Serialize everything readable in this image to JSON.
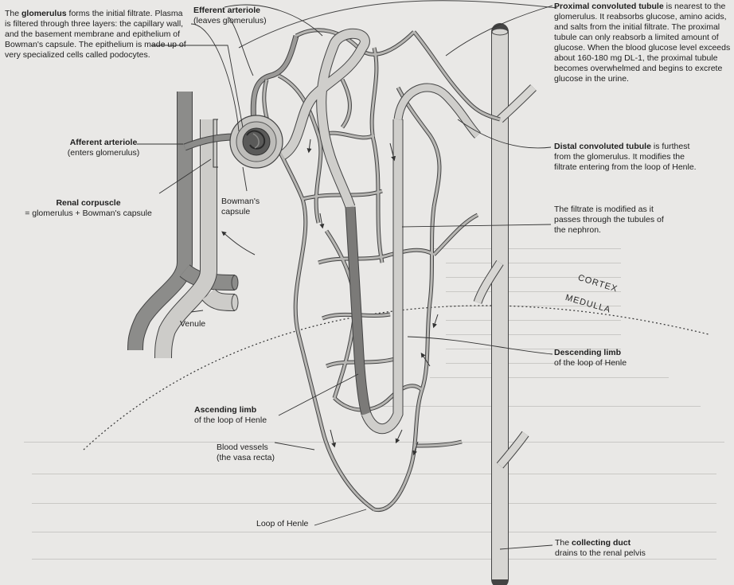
{
  "labels": {
    "glomerulus": {
      "pre": "The ",
      "bold": "glomerulus",
      "rest": " forms the initial filtrate. Plasma is filtered through three layers: the capillary wall, and the basement membrane and epithelium of Bowman's capsule. The epithelium is made up of very specialized cells called podocytes."
    },
    "efferent": {
      "title": "Efferent arteriole",
      "sub": "(leaves glomerulus)"
    },
    "afferent": {
      "title": "Afferent arteriole",
      "sub": "(enters glomerulus)"
    },
    "renal_corpuscle": {
      "title": "Renal corpuscle",
      "sub": "= glomerulus + Bowman's capsule"
    },
    "bowmans": {
      "line1": "Bowman's",
      "line2": "capsule"
    },
    "venule": "Venule",
    "proximal": {
      "bold": "Proximal convoluted tubule",
      "rest": " is nearest to the glomerulus. It reabsorbs glucose, amino acids, and salts from the initial filtrate. The proximal tubule can only reabsorb a limited amount of glucose. When the blood glucose level exceeds about 160-180 mg DL-1, the proximal tubule becomes overwhelmed and begins to excrete glucose in the urine."
    },
    "distal": {
      "bold": "Distal convoluted tubule",
      "rest": " is furthest from the glomerulus. It modifies the filtrate entering from the loop of Henle."
    },
    "filtrate": "The filtrate is modified as it passes through the tubules of the nephron.",
    "cortex": "CORTEX",
    "medulla": "MEDULLA",
    "descending": {
      "title": "Descending limb",
      "sub": "of the loop of Henle"
    },
    "ascending": {
      "title": "Ascending limb",
      "sub": "of the loop of Henle"
    },
    "blood_vessels": {
      "line1": "Blood vessels",
      "line2": "(the vasa recta)"
    },
    "loop": "Loop of Henle",
    "collecting": {
      "pre": "The ",
      "bold": "collecting duct",
      "sub": "drains to the renal pelvis"
    }
  }
}
